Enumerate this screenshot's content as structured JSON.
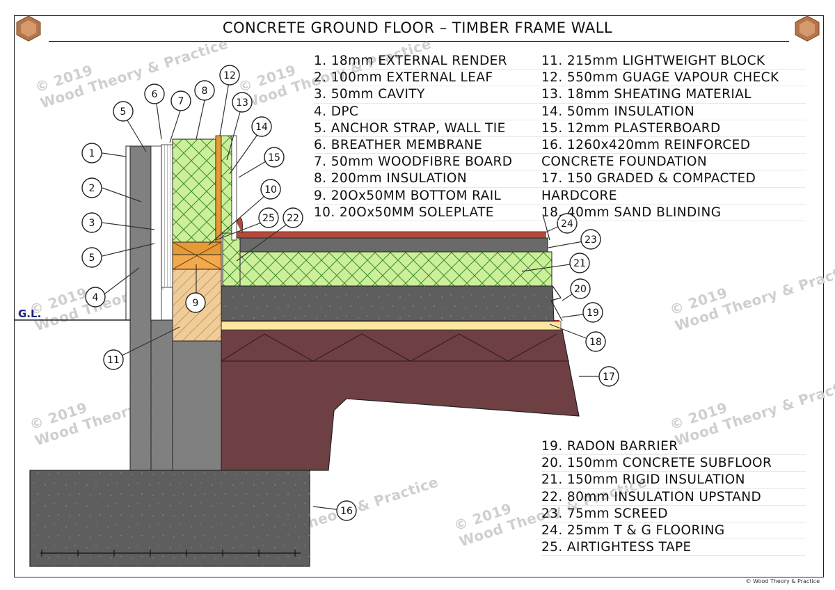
{
  "title": "CONCRETE GROUND FLOOR – TIMBER FRAME WALL",
  "watermark": {
    "line1": "© 2019",
    "line2": "Wood Theory & Practice"
  },
  "copyright": "© Wood Theory & Practice",
  "ground_level": "G.L.",
  "legend_a": [
    "1. 18mm EXTERNAL RENDER",
    "2. 100mm EXTERNAL LEAF",
    "3. 50mm CAVITY",
    "4. DPC",
    "5. ANCHOR STRAP, WALL TIE",
    "6. BREATHER MEMBRANE",
    "7. 50mm WOODFIBRE BOARD",
    "8. 200mm INSULATION",
    "9. 20Ox50MM BOTTOM RAIL",
    "10. 20Ox50MM SOLEPLATE"
  ],
  "legend_b": [
    "11. 215mm LIGHTWEIGHT BLOCK",
    "12. 550mm GUAGE VAPOUR CHECK",
    "13. 18mm SHEATING MATERIAL",
    "14. 50mm INSULATION",
    "15. 12mm PLASTERBOARD",
    "16. 1260x420mm REINFORCED",
    "      CONCRETE FOUNDATION",
    "17. 150 GRADED & COMPACTED",
    "      HARDCORE",
    "18. 40mm SAND BLINDING"
  ],
  "legend_c": [
    "19.  RADON BARRIER",
    "20.  150mm CONCRETE SUBFLOOR",
    "21.  150mm RIGID INSULATION",
    "22.  80mm INSULATION UPSTAND",
    "23.  75mm SCREED",
    "24.  25mm T & G FLOORING",
    "25.  AIRTIGHTESS TAPE"
  ],
  "callouts": [
    "1",
    "2",
    "3",
    "4",
    "5",
    "5",
    "6",
    "7",
    "8",
    "9",
    "10",
    "11",
    "12",
    "13",
    "14",
    "15",
    "16",
    "17",
    "18",
    "19",
    "20",
    "21",
    "22",
    "23",
    "24",
    "25"
  ],
  "colors": {
    "concrete": "#5e5e5e",
    "block": "#808080",
    "hardcore": "#6e3f43",
    "insulation": "#ccef9a",
    "sand": "#fbe7a0",
    "timber": "#f3c98e",
    "soleplate": "#e59a35",
    "flooring": "#b6493a"
  }
}
